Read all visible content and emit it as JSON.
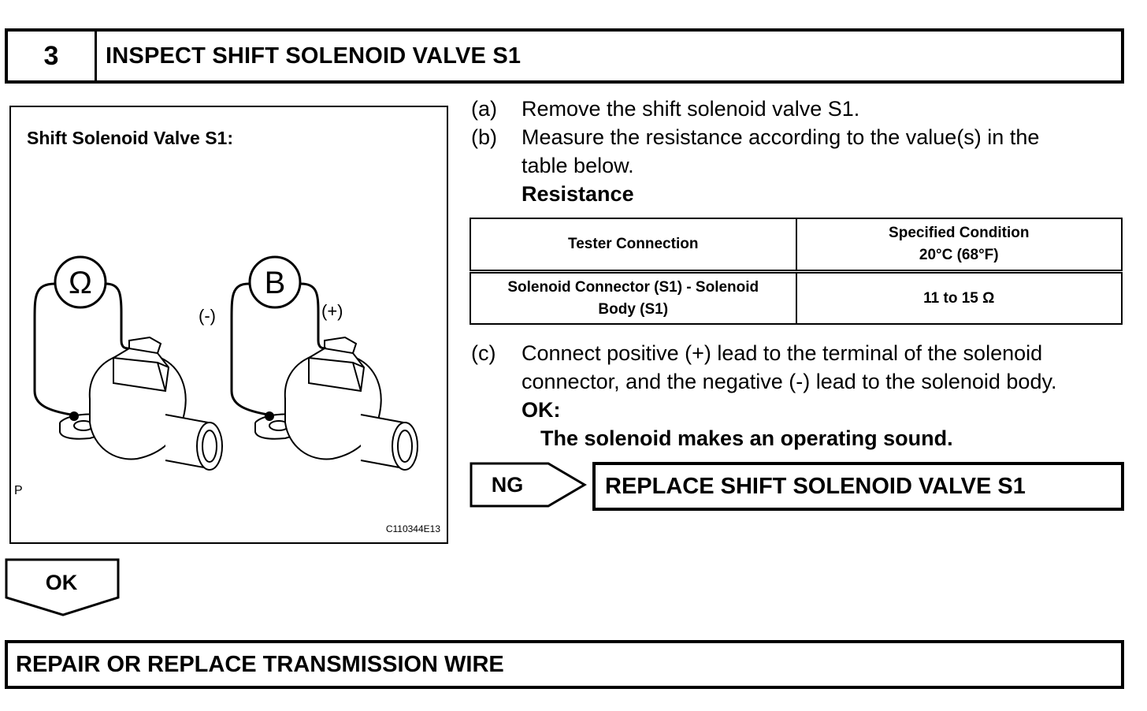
{
  "header": {
    "step_number": "3",
    "title": "INSPECT SHIFT SOLENOID VALVE S1"
  },
  "figure": {
    "title": "Shift Solenoid Valve S1:",
    "ohm_symbol": "Ω",
    "battery_symbol": "B",
    "negative_label": "(-)",
    "positive_label": "(+)",
    "p_mark": "P",
    "code": "C110344E13"
  },
  "instructions": {
    "a": {
      "label": "(a)",
      "text": "Remove the shift solenoid valve S1."
    },
    "b": {
      "label": "(b)",
      "text_line1": "Measure the resistance according to the value(s) in the",
      "text_line2": "table below.",
      "subheading": "Resistance"
    },
    "c": {
      "label": "(c)",
      "text_line1": "Connect positive (+) lead to the terminal of the solenoid",
      "text_line2": "connector, and the negative (-) lead to the solenoid body.",
      "ok_label": "OK:",
      "ok_text": "The solenoid makes an operating sound."
    }
  },
  "table": {
    "headers": {
      "col1": "Tester Connection",
      "col2_line1": "Specified Condition",
      "col2_line2": "20°C (68°F)"
    },
    "rows": [
      {
        "conn_line1": "Solenoid Connector (S1) - Solenoid",
        "conn_line2": "Body (S1)",
        "value": "11 to 15 Ω"
      }
    ]
  },
  "ng": {
    "label": "NG",
    "result": "REPLACE SHIFT SOLENOID VALVE S1"
  },
  "ok": {
    "label": "OK",
    "result": "REPAIR OR REPLACE TRANSMISSION WIRE"
  }
}
